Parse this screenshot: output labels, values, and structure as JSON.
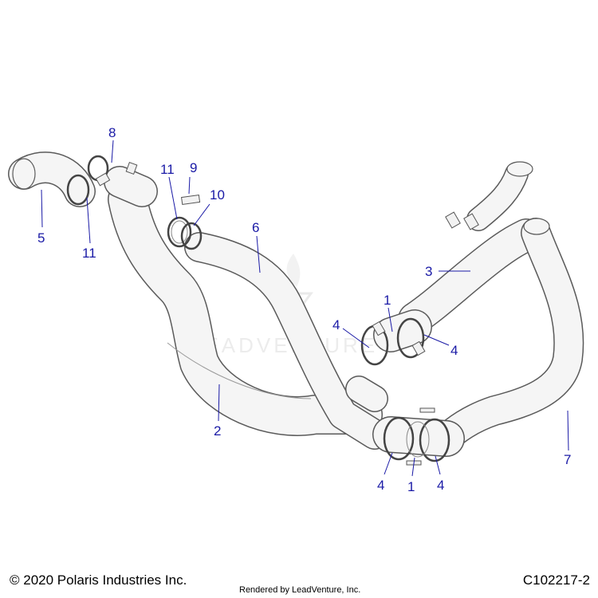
{
  "callouts": [
    "8",
    "9",
    "11",
    "10",
    "6",
    "5",
    "11",
    "3",
    "1",
    "4",
    "4",
    "2",
    "7",
    "4",
    "1",
    "4"
  ],
  "footer": {
    "copyright": "© 2020 Polaris Industries Inc.",
    "rendered_by": "Rendered by LeadVenture, Inc.",
    "figure_code": "C102217-2"
  },
  "colors": {
    "callout": "#1a1aa6",
    "part_outline": "#555555",
    "part_fill": "#f4f4f4"
  }
}
